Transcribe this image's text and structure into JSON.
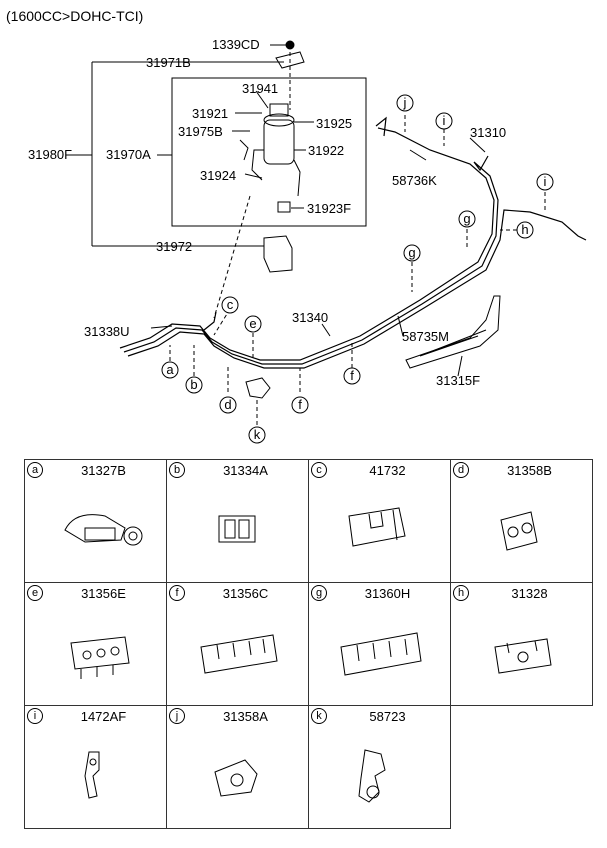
{
  "title": "(1600CC>DOHC-TCI)",
  "callouts": {
    "c1339CD": "1339CD",
    "c31971B": "31971B",
    "c31941": "31941",
    "c31921": "31921",
    "c31925": "31925",
    "c31975B": "31975B",
    "c31980F": "31980F",
    "c31970A": "31970A",
    "c31922": "31922",
    "c31924": "31924",
    "c31923F": "31923F",
    "c31972": "31972",
    "c31310": "31310",
    "c58736K": "58736K",
    "c31338U": "31338U",
    "c31340": "31340",
    "c58735M": "58735M",
    "c31315F": "31315F"
  },
  "diagram_letters": {
    "a": "a",
    "b": "b",
    "c": "c",
    "d": "d",
    "e": "e",
    "f1": "f",
    "f2": "f",
    "g1": "g",
    "g2": "g",
    "h": "h",
    "i1": "i",
    "i2": "i",
    "j": "j",
    "k": "k"
  },
  "parts": [
    {
      "letter": "a",
      "code": "31327B"
    },
    {
      "letter": "b",
      "code": "31334A"
    },
    {
      "letter": "c",
      "code": "41732"
    },
    {
      "letter": "d",
      "code": "31358B"
    },
    {
      "letter": "e",
      "code": "31356E"
    },
    {
      "letter": "f",
      "code": "31356C"
    },
    {
      "letter": "g",
      "code": "31360H"
    },
    {
      "letter": "h",
      "code": "31328"
    },
    {
      "letter": "i",
      "code": "1472AF"
    },
    {
      "letter": "j",
      "code": "31358A"
    },
    {
      "letter": "k",
      "code": "58723"
    }
  ]
}
